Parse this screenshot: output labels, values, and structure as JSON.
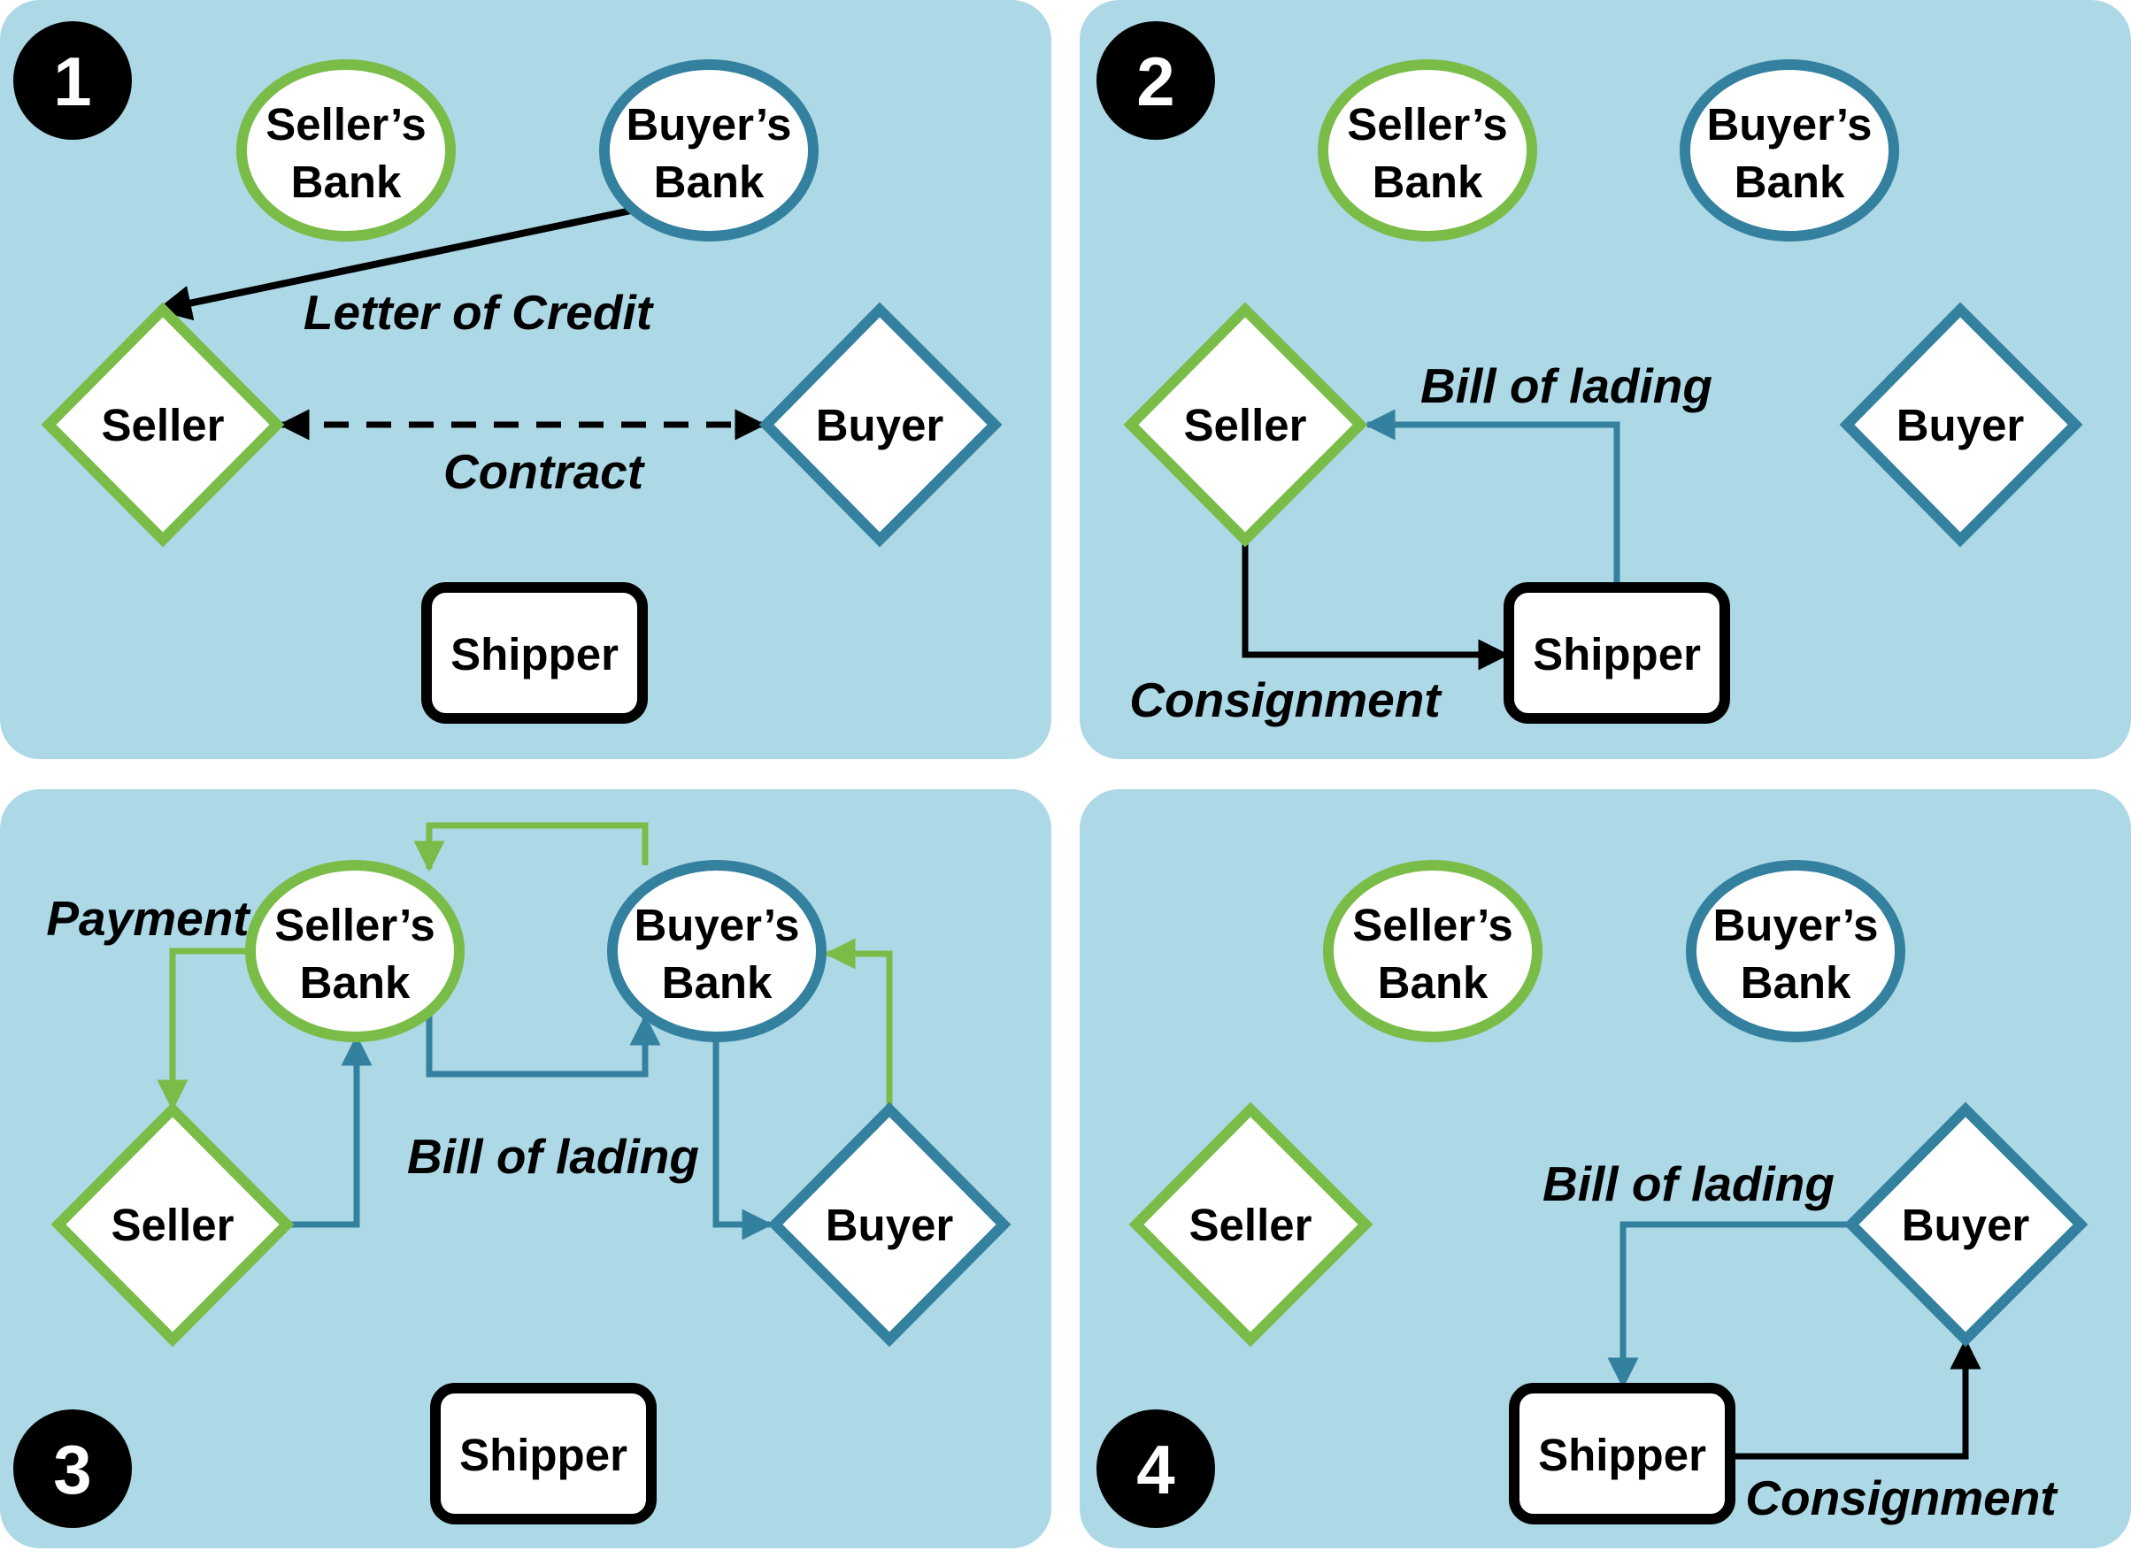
{
  "colors": {
    "panel_bg": "#add8e6",
    "seller_green": "#79bc47",
    "buyer_blue": "#33809f",
    "black": "#000000",
    "node_fill": "#ffffff"
  },
  "labels": {
    "sellers_bank": [
      "Seller’s",
      "Bank"
    ],
    "buyers_bank": [
      "Buyer’s",
      "Bank"
    ],
    "seller": "Seller",
    "buyer": "Buyer",
    "shipper": "Shipper"
  },
  "panels": [
    {
      "step": "1",
      "edges": [
        {
          "label": "Letter of Credit"
        },
        {
          "label": "Contract"
        }
      ]
    },
    {
      "step": "2",
      "edges": [
        {
          "label": "Bill of lading"
        },
        {
          "label": "Consignment"
        }
      ]
    },
    {
      "step": "3",
      "edges": [
        {
          "label": "Payment"
        },
        {
          "label": "Bill of lading"
        }
      ]
    },
    {
      "step": "4",
      "edges": [
        {
          "label": "Bill of lading"
        },
        {
          "label": "Consignment"
        }
      ]
    }
  ]
}
